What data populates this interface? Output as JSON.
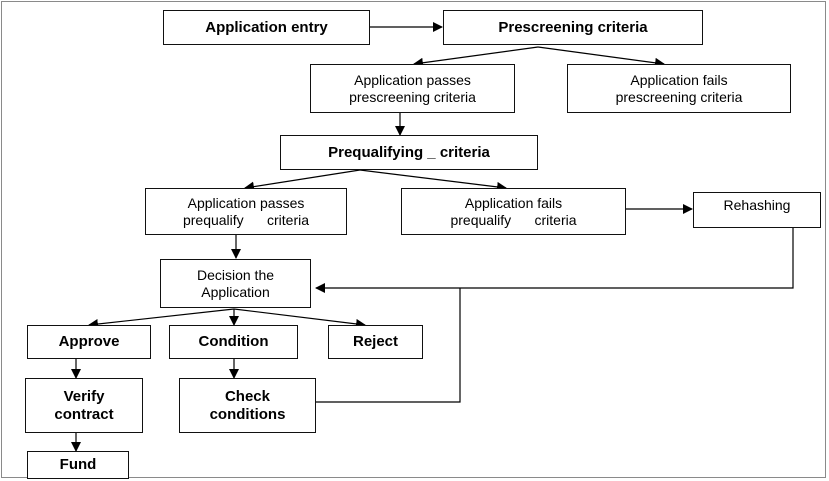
{
  "diagram": {
    "nodes": {
      "application_entry": "Application entry",
      "prescreening_criteria": "Prescreening criteria",
      "passes_prescreening": "Application passes\nprescreening criteria",
      "fails_prescreening": "Application fails\nprescreening criteria",
      "prequalifying_criteria": "Prequalifying _ criteria",
      "passes_prequalify": "Application passes\nprequalify      criteria",
      "fails_prequalify": "Application fails\nprequalify      criteria",
      "rehashing": "Rehashing",
      "decision": "Decision the\nApplication",
      "approve": "Approve",
      "condition": "Condition",
      "reject": "Reject",
      "verify_contract": "Verify\ncontract",
      "check_conditions": "Check\nconditions",
      "fund": "Fund"
    }
  }
}
